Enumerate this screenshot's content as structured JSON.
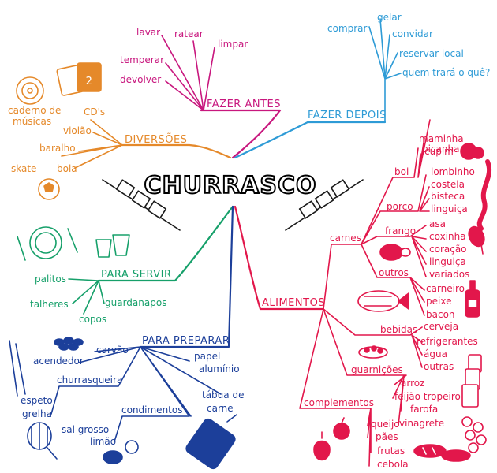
{
  "central": {
    "title": "CHURRASCO"
  },
  "colors": {
    "fazer_antes": "#c8177e",
    "fazer_depois": "#2e9bd6",
    "diversoes": "#e5892a",
    "para_servir": "#16a06a",
    "para_preparar": "#1c3f9a",
    "alimentos": "#e2174b",
    "dark": "#1a1a1a"
  },
  "branches": {
    "fazer_antes": {
      "label": "FAZER ANTES",
      "items": [
        "lavar",
        "ratear",
        "limpar",
        "temperar",
        "devolver"
      ]
    },
    "fazer_depois": {
      "label": "FAZER DEPOIS",
      "items": [
        "comprar",
        "gelar",
        "convidar",
        "reservar local",
        "quem trará o quê?"
      ]
    },
    "diversoes": {
      "label": "DIVERSÕES",
      "items": [
        "caderno de",
        "músicas",
        "CD's",
        "violão",
        "baralho",
        "skate",
        "bola"
      ]
    },
    "para_servir": {
      "label": "PARA SERVIR",
      "items": [
        "palitos",
        "talheres",
        "copos",
        "guardanapos"
      ]
    },
    "para_preparar": {
      "label": "PARA PREPARAR",
      "items": [
        "carvão",
        "acendedor",
        "churrasqueira",
        "espeto",
        "grelha",
        "papel",
        "alumínio",
        "condimentos",
        "sal grosso",
        "limão",
        "tábua de",
        "carne"
      ]
    },
    "alimentos": {
      "label": "ALIMENTOS",
      "carnes": {
        "label": "carnes",
        "boi": {
          "label": "boi",
          "items": [
            "picanha",
            "maminha",
            "cupim"
          ]
        },
        "porco": {
          "label": "porco",
          "items": [
            "lombinho",
            "costela",
            "bisteca",
            "linguiça"
          ]
        },
        "frango": {
          "label": "frango",
          "items": [
            "asa",
            "coxinha",
            "coração",
            "linguiça",
            "variados"
          ]
        },
        "outros": {
          "label": "outros",
          "items": [
            "carneiro",
            "peixe",
            "bacon"
          ]
        }
      },
      "bebidas": {
        "label": "bebidas",
        "items": [
          "cerveja",
          "refrigerantes",
          "água",
          "outras"
        ]
      },
      "guarnicoes": {
        "label": "guarnições",
        "items": [
          "arroz",
          "feijão tropeiro",
          "farofa",
          "vinagrete"
        ]
      },
      "complementos": {
        "label": "complementos",
        "items": [
          "queijo",
          "pães",
          "frutas",
          "cebola"
        ]
      }
    }
  },
  "icons": {
    "cd": "cd-icon",
    "cards": "playing-cards-icon",
    "ball": "ball-icon",
    "plate": "plate-icon",
    "cups": "cups-icon",
    "skewer": "skewer-icon",
    "grill": "grill-icon",
    "charcoal": "charcoal-icon",
    "lemon": "lemon-icon",
    "board": "cutting-board-icon",
    "chilli": "chilli-icon",
    "sausage": "sausage-icon",
    "drumstick": "drumstick-icon",
    "chicken": "roast-chicken-icon",
    "fish": "fish-icon",
    "bottle": "bottle-icon",
    "dish": "dish-icon",
    "cans": "cans-icon",
    "pasta": "pasta-icon",
    "apple": "apple-icon",
    "pepper": "pepper-icon",
    "bread": "bread-icon"
  }
}
